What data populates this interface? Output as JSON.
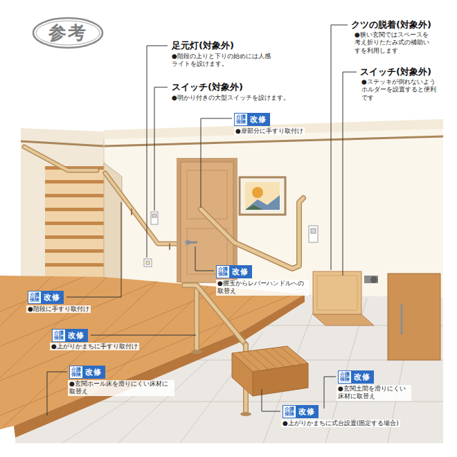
{
  "diagram": {
    "nodes": [
      {
        "text": [
          "参考"
        ]
      },
      {
        "text": [
          "介護保険",
          "改修"
        ]
      },
      {
        "text": [
          "介護保険",
          "改修"
        ]
      },
      {
        "text": [
          "介護保険",
          "改修"
        ]
      },
      {
        "text": [
          "介護保険",
          "改修"
        ]
      },
      {
        "text": [
          "介護保険",
          "改修"
        ]
      },
      {
        "text": [
          "介護保険",
          "改修"
        ]
      },
      {
        "text": [
          "介護保険",
          "改修"
        ]
      }
    ],
    "labels": [
      "足元灯(対象外)",
      "●階段の上りと下りの始めには人感ライトを設けます。",
      "スイッチ(対象外)",
      "●明かり付きの大型スイッチを設けます。",
      "クツの脱着(対象外)",
      "●狭い玄関ではスペースを考え折りたたみ式の補助いすを利用します",
      "スイッチ(対象外)",
      "●ステッキが倒れないようホルダーを設置すると便利です",
      "●扉部分に手すり取付け",
      "●握玉からレバーハンドルへの取替え",
      "●階段に手すり取付け",
      "●上がりかまちに手すり取付け",
      "●玄関ホール床を滑りにくい床材に取替え",
      "●玄関土間を滑りにくい床材に取替え",
      "●上がりかまちに式台設置(固定する場合)"
    ]
  }
}
